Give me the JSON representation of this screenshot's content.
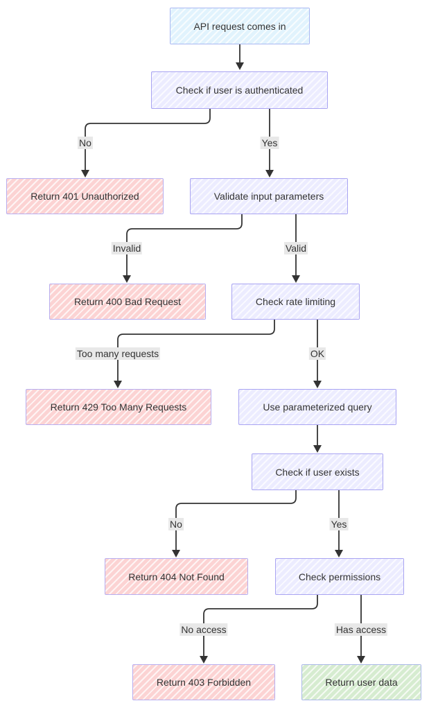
{
  "nodes": {
    "api_request": "API request comes in",
    "check_auth": "Check if user is authenticated",
    "return_401": "Return 401 Unauthorized",
    "validate_input": "Validate input parameters",
    "return_400": "Return 400 Bad Request",
    "check_rate": "Check rate limiting",
    "return_429": "Return 429 Too Many Requests",
    "param_query": "Use parameterized query",
    "check_exists": "Check if user exists",
    "return_404": "Return 404 Not Found",
    "check_permissions": "Check permissions",
    "return_403": "Return 403 Forbidden",
    "return_data": "Return user data"
  },
  "edge_labels": {
    "auth_no": "No",
    "auth_yes": "Yes",
    "input_invalid": "Invalid",
    "input_valid": "Valid",
    "rate_too_many": "Too many requests",
    "rate_ok": "OK",
    "exists_no": "No",
    "exists_yes": "Yes",
    "perm_no_access": "No access",
    "perm_has_access": "Has access"
  },
  "colors": {
    "process_fill": "#ececff",
    "start_fill": "#e1f3fd",
    "error_fill": "#fcd3d3",
    "success_fill": "#d6ecd0",
    "border": "#a9a4f2",
    "edge": "#333333",
    "label_bg": "#e8e8e8"
  }
}
